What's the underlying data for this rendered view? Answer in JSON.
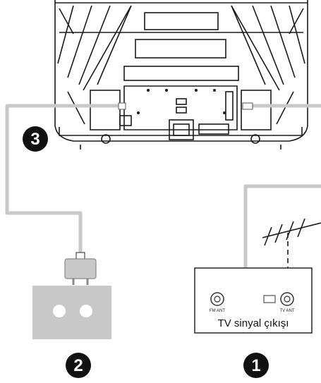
{
  "steps": {
    "step1": "1",
    "step2": "2",
    "step3": "3"
  },
  "wall_plate": {
    "fm_label": "FM ANT",
    "tv_label": "TV ANT",
    "caption": "TV sinyal çıkışı"
  },
  "colors": {
    "cable": "#c8c8c8",
    "tv_outline": "#1a1a1a",
    "badge": "#111111",
    "socket": "#c8c8c8",
    "plate_border": "#333333"
  },
  "icons": {
    "antenna": "antenna-icon",
    "power_socket": "power-socket-icon",
    "plug": "power-plug-icon"
  }
}
